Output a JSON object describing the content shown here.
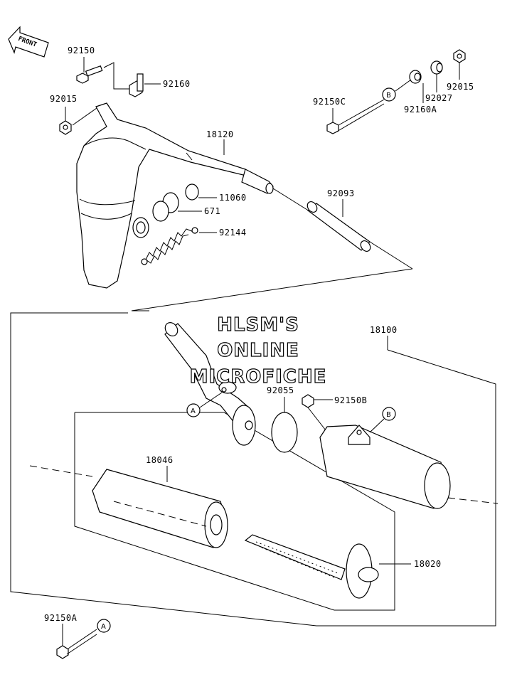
{
  "front_label": "FRONT",
  "watermark": {
    "line1": "HLSM'S",
    "line2": "ONLINE",
    "line3": "MICROFICHE"
  },
  "callouts": {
    "a": "A",
    "b": "B"
  },
  "parts": {
    "p92150": "92150",
    "p92160": "92160",
    "p92015_left": "92015",
    "p18120": "18120",
    "p11060": "11060",
    "p671": "671",
    "p92144": "92144",
    "p92093": "92093",
    "p92150C": "92150C",
    "p92160A": "92160A",
    "p92027": "92027",
    "p92015_right": "92015",
    "p18100": "18100",
    "p92055": "92055",
    "p92150B": "92150B",
    "p18046": "18046",
    "p18020": "18020",
    "p92150A": "92150A"
  }
}
